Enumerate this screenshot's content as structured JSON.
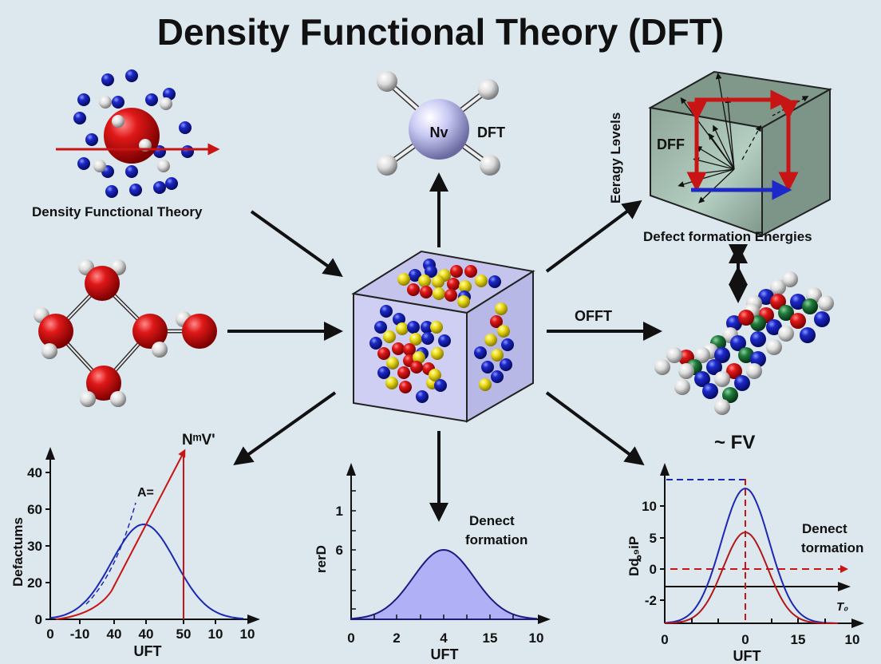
{
  "title": "Density  Functional Theory (DFT)",
  "colors": {
    "background": "#dce7ee",
    "red": "#c81414",
    "blue": "#1c28b4",
    "yellow": "#e8d81c",
    "green": "#1f7a3a",
    "white": "#e8e8e8",
    "lavender": "#c8c8f4",
    "cube_green": "#8fa89a"
  },
  "top_left": {
    "label": "Density Functional Theory"
  },
  "top_center": {
    "atom_label": "Nv",
    "side_label": "DFT"
  },
  "top_right": {
    "vertical_label": "Eeragy Lɘvels",
    "inner_label": "DFF",
    "caption": "Defect formation Energies"
  },
  "middle_right": {
    "arrow_label": "OFFT",
    "caption": "~ FV"
  },
  "chart_left": {
    "ylabel": "Defactums",
    "xlabel": "UFT",
    "yticks": [
      "40",
      "60",
      "30",
      "20",
      "0"
    ],
    "xticks": [
      "0",
      "-10",
      "40",
      "40",
      "50",
      "10",
      "10"
    ],
    "annotation": "A=",
    "arrow_label": "NᵐV'"
  },
  "chart_center": {
    "ylabel": "rerD",
    "xlabel": "UFT",
    "yticks": [
      "1",
      "6"
    ],
    "xticks": [
      "0",
      "2",
      "4",
      "15",
      "10"
    ],
    "annotation_line1": "Denect",
    "annotation_line2": "formation"
  },
  "chart_right": {
    "ylabel": "Dȡ₉iP",
    "xlabel": "UFT",
    "yticks": [
      "10",
      "5",
      "0",
      "-2"
    ],
    "xticks": [
      "0",
      "0",
      "15",
      "10"
    ],
    "annotation_line1": "Denect",
    "annotation_line2": "tormation",
    "axis_label": "T₀"
  }
}
